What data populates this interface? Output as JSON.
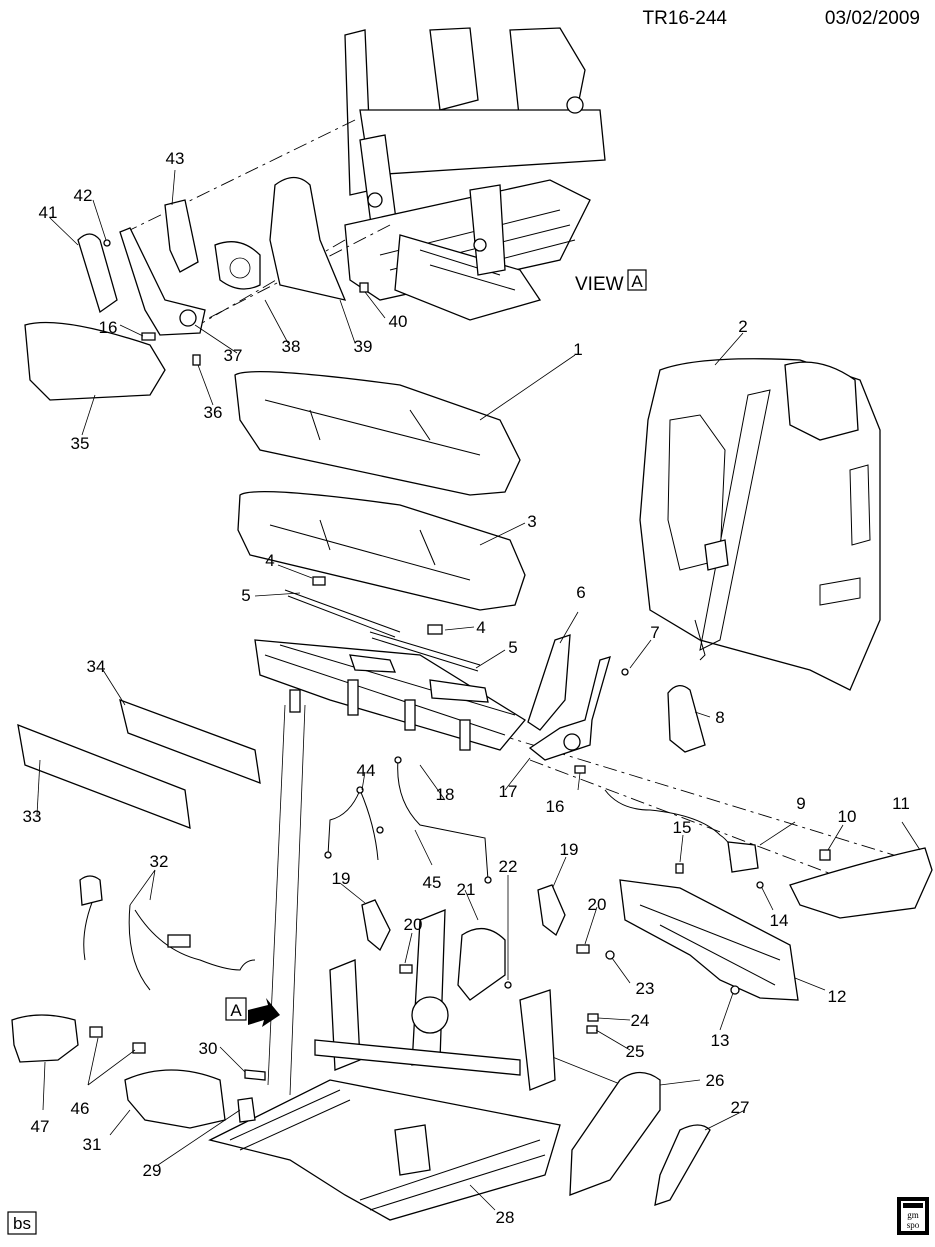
{
  "header": {
    "code": "TR16-244",
    "date": "03/02/2009"
  },
  "view": {
    "text": "VIEW",
    "letter": "A"
  },
  "arrow_label": "A",
  "corner_tag": "bs",
  "logo": {
    "top": "gm",
    "bottom": "spo"
  },
  "callouts": [
    "1",
    "2",
    "3",
    "4",
    "4",
    "5",
    "5",
    "6",
    "7",
    "8",
    "9",
    "10",
    "11",
    "12",
    "13",
    "14",
    "15",
    "16",
    "16",
    "17",
    "18",
    "19",
    "19",
    "20",
    "20",
    "21",
    "22",
    "23",
    "24",
    "25",
    "26",
    "27",
    "28",
    "29",
    "30",
    "31",
    "32",
    "33",
    "34",
    "35",
    "36",
    "37",
    "38",
    "39",
    "40",
    "41",
    "42",
    "43",
    "44",
    "45",
    "46",
    "47"
  ]
}
